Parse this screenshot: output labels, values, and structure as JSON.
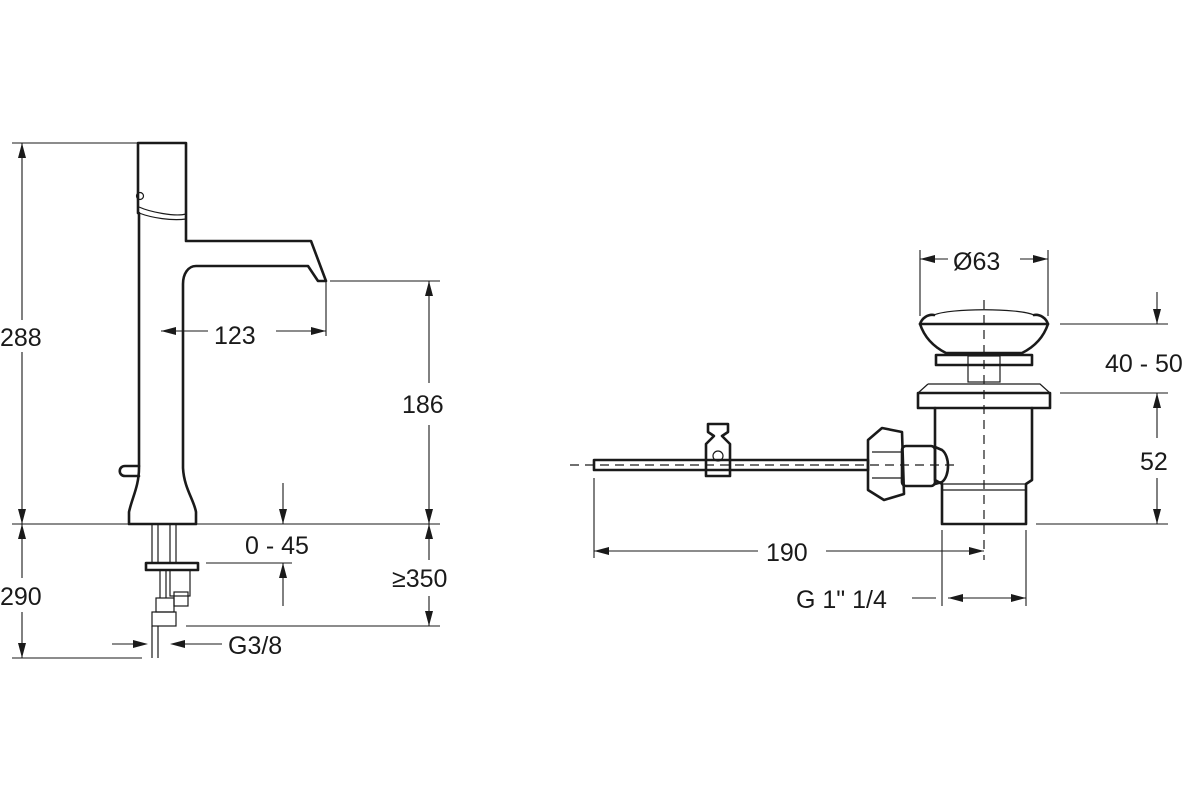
{
  "colors": {
    "ink": "#1a1a1a",
    "background": "#ffffff"
  },
  "faucet": {
    "height_total": "288",
    "spout_reach": "123",
    "spout_height": "186",
    "deck_thickness": "0 - 45",
    "below_deck": "290",
    "clearance": "≥350",
    "connection": "G3/8"
  },
  "waste": {
    "diameter": "Ø63",
    "flange_height": "40 - 50",
    "body_height": "52",
    "rod_length": "190",
    "thread": "G 1\" 1/4"
  }
}
